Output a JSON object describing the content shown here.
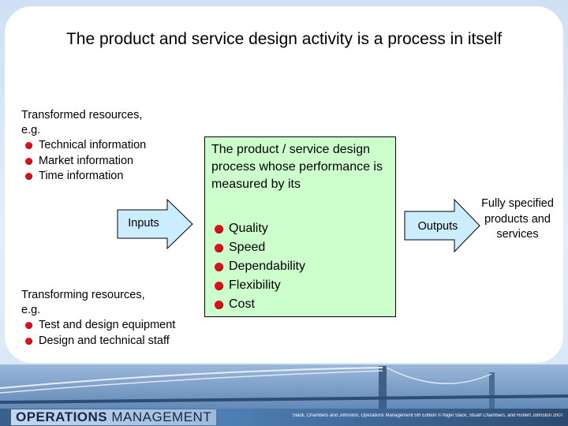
{
  "title": "The product and service design activity is a process in itself",
  "transformed": {
    "heading_line1": "Transformed resources,",
    "heading_line2": "e.g.",
    "items": [
      "Technical information",
      "Market information",
      "Time information"
    ]
  },
  "inputs_label": "Inputs",
  "transforming": {
    "heading_line1": "Transforming resources,",
    "heading_line2": "e.g.",
    "items": [
      "Test and design equipment",
      "Design and technical staff"
    ]
  },
  "process": {
    "text": "The product / service design process whose performance is measured by its",
    "measures": [
      "Quality",
      "Speed",
      "Dependability",
      "Flexibility",
      "Cost"
    ]
  },
  "outputs_label": "Outputs",
  "outputs_text": "Fully specified products and services",
  "footer": {
    "brand_bold": "OPERATIONS",
    "brand_rest": " MANAGEMENT",
    "credit": "Slack, Chambers and Johnston, Operations Management 5th Edition © Nigel Slack, Stuart Chambers, and Robert Johnston 2007"
  },
  "colors": {
    "bullet": "#e0101a",
    "process_fill": "#ccffcc",
    "arrow_fill": "#ccecff"
  }
}
